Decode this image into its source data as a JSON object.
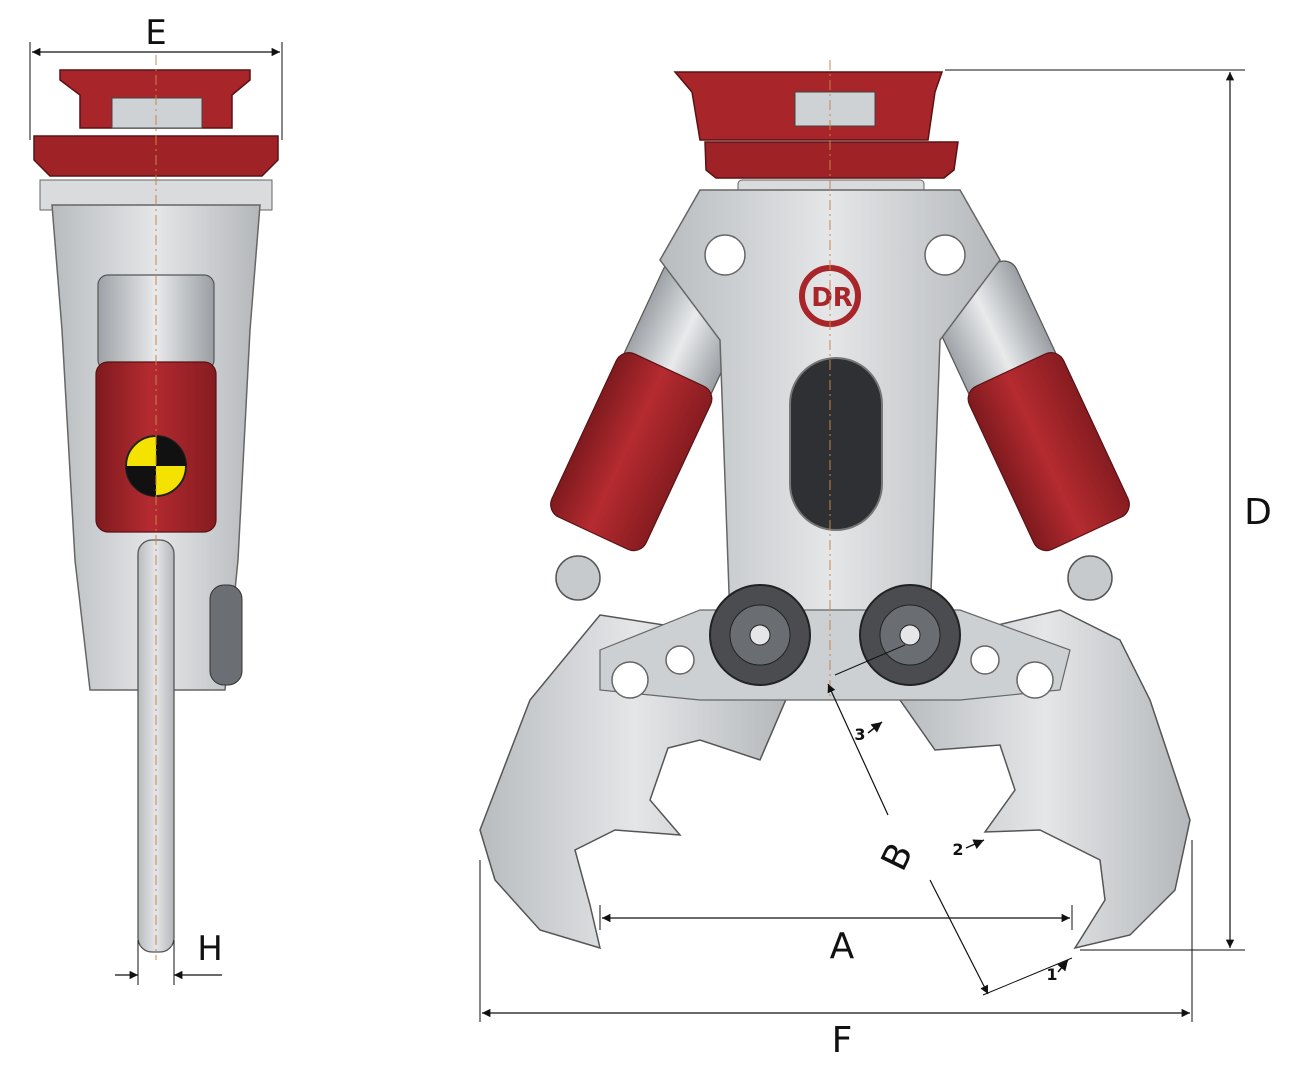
{
  "dimensions": {
    "A": "A",
    "B": "B",
    "D": "D",
    "E": "E",
    "F": "F",
    "H": "H"
  },
  "points": {
    "p1": "1",
    "p2": "2",
    "p3": "3"
  },
  "logo": "DR",
  "colors": {
    "body_red": "#a8252a",
    "steel_grey": "#d4d6d8",
    "outline": "#555555",
    "marker_yellow": "#f4e300"
  }
}
